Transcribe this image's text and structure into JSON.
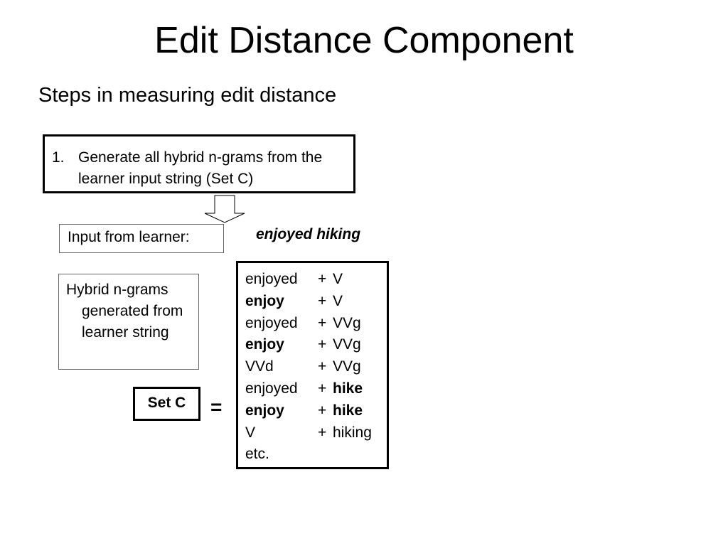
{
  "title": "Edit Distance Component",
  "subtitle": "Steps in measuring edit distance",
  "step": {
    "number": "1.",
    "text": "Generate all hybrid n-grams from the learner input string (Set C)"
  },
  "input": {
    "label": "Input from learner:",
    "value": "enjoyed hiking"
  },
  "hybrid_box": {
    "line1": "Hybrid n-grams",
    "rest": "generated from learner string"
  },
  "set_label": "Set C",
  "equals_sign": "=",
  "ngrams": [
    {
      "first": "enjoyed",
      "first_bold": false,
      "plus": "+",
      "second": "V",
      "second_bold": false
    },
    {
      "first": "enjoy",
      "first_bold": true,
      "plus": "+",
      "second": "V",
      "second_bold": false
    },
    {
      "first": "enjoyed",
      "first_bold": false,
      "plus": "+",
      "second": "VVg",
      "second_bold": false
    },
    {
      "first": "enjoy",
      "first_bold": true,
      "plus": "+",
      "second": "VVg",
      "second_bold": false
    },
    {
      "first": "VVd",
      "first_bold": false,
      "plus": "+",
      "second": "VVg",
      "second_bold": false
    },
    {
      "first": "enjoyed",
      "first_bold": false,
      "plus": "+",
      "second": "hike",
      "second_bold": true
    },
    {
      "first": "enjoy",
      "first_bold": true,
      "plus": "+",
      "second": "hike",
      "second_bold": true
    },
    {
      "first": "V",
      "first_bold": false,
      "plus": "+",
      "second": "hiking",
      "second_bold": false
    },
    {
      "first": "etc.",
      "first_bold": false,
      "plus": "",
      "second": "",
      "second_bold": false
    }
  ]
}
